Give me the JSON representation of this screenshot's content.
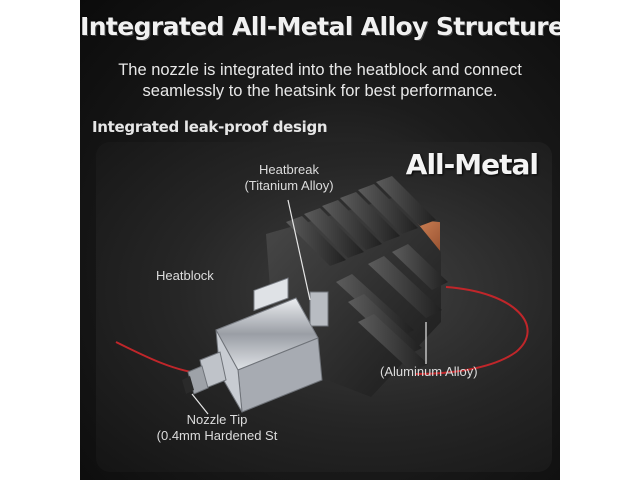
{
  "headline": "Integrated All-Metal Alloy Structure",
  "subtitle_line1": "The nozzle is integrated into the heatblock and connect",
  "subtitle_line2": "seamlessly to the heatsink for best performance.",
  "feature_title": "Integrated leak-proof design",
  "badge": "All-Metal",
  "labels": {
    "heatbreak_name": "Heatbreak",
    "heatbreak_material": "(Titanium Alloy)",
    "heatblock": "Heatblock",
    "heatsink_material": "(Aluminum Alloy)",
    "nozzle_name": "Nozzle Tip",
    "nozzle_material": "(0.4mm Hardened St"
  },
  "colors": {
    "background": "#111111",
    "heatsink": "#2e2e2e",
    "copper_plate": "#b5653f",
    "wire": "#c0262a",
    "heatblock": "#c9ccd1",
    "text": "#e8e8e8"
  }
}
